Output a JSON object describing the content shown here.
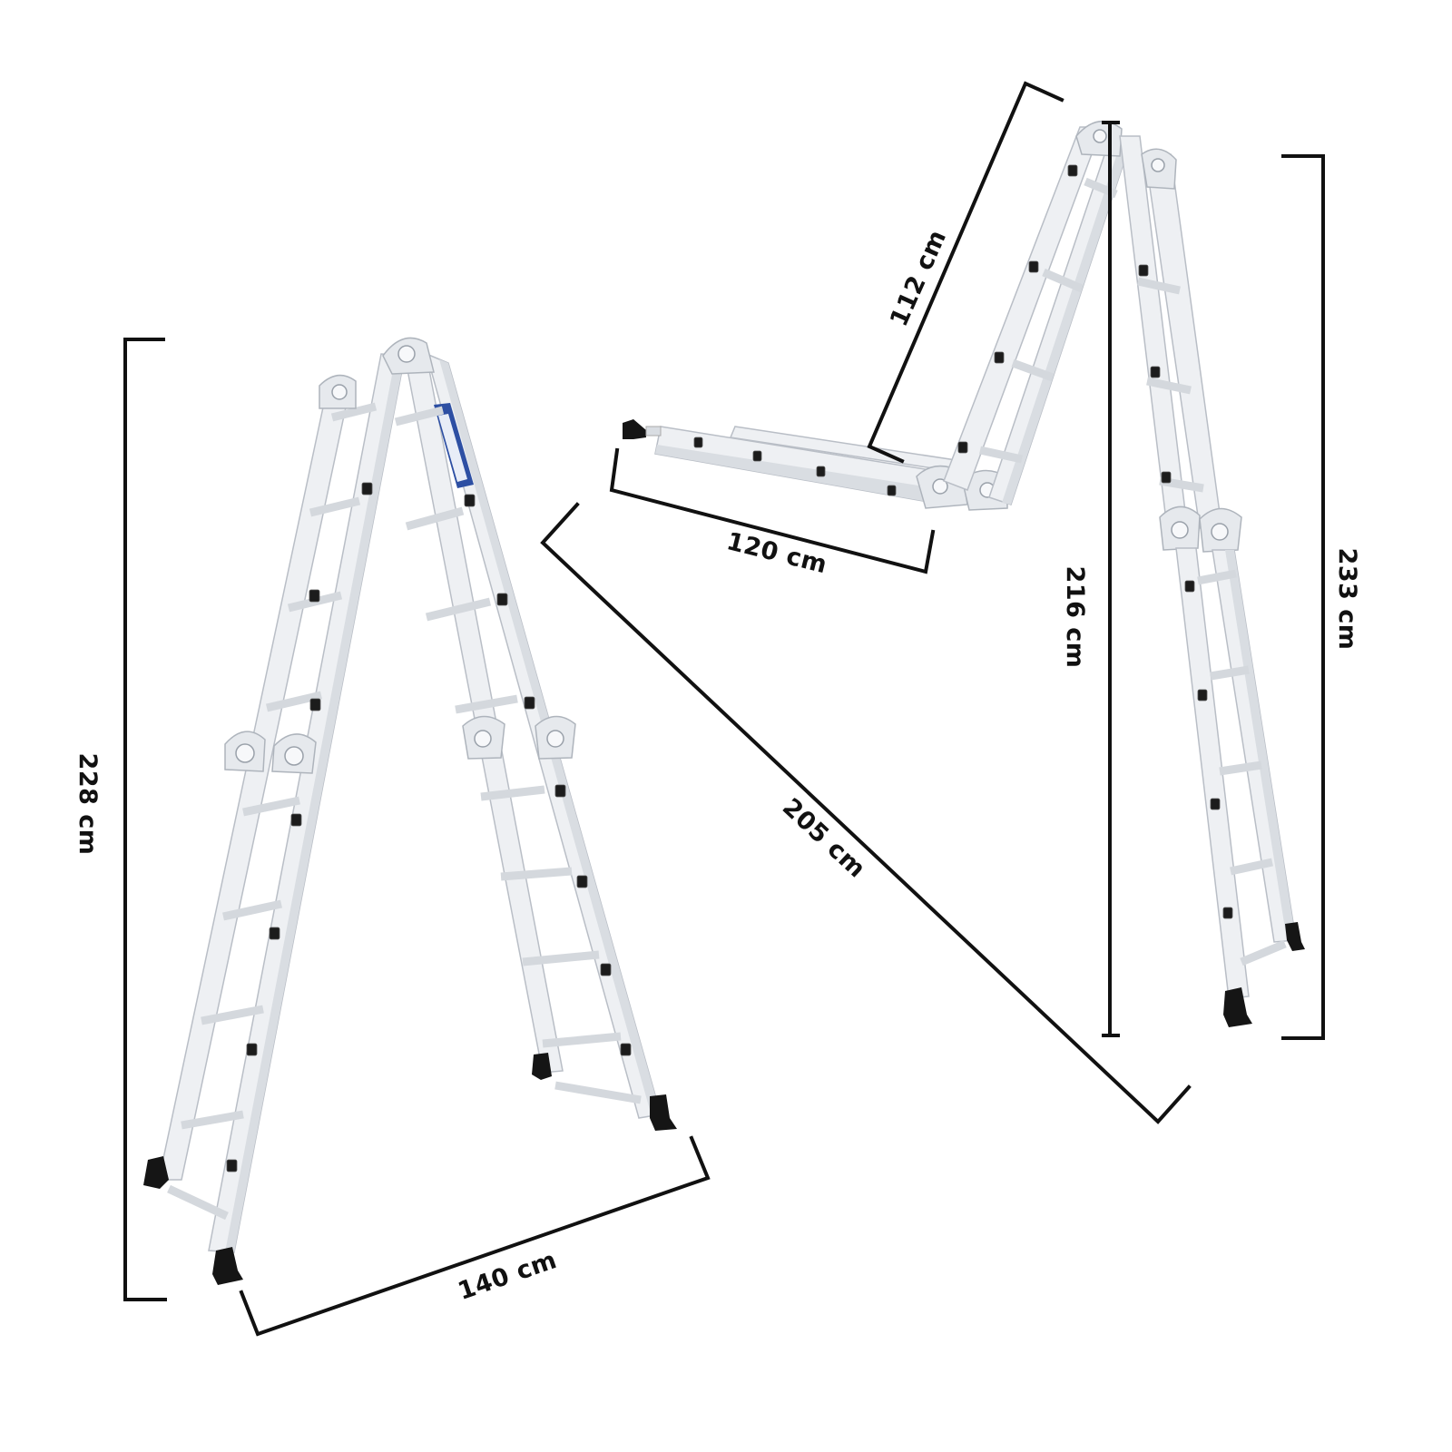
{
  "diagram": {
    "subject": "Multi-purpose folding aluminium ladder",
    "background_color": "#ffffff",
    "line_color": "#111111",
    "configurations": [
      {
        "name": "a-frame",
        "dimensions": {
          "height": {
            "value": 228,
            "unit": "cm",
            "label": "228 cm"
          },
          "base_width": {
            "value": 140,
            "unit": "cm",
            "label": "140 cm"
          }
        }
      },
      {
        "name": "scaffold-extended",
        "dimensions": {
          "platform_length": {
            "value": 120,
            "unit": "cm",
            "label": "120 cm"
          },
          "upper_section": {
            "value": 112,
            "unit": "cm",
            "label": "112 cm"
          },
          "diagonal_reach": {
            "value": 205,
            "unit": "cm",
            "label": "205 cm"
          },
          "inner_height": {
            "value": 216,
            "unit": "cm",
            "label": "216 cm"
          },
          "total_height": {
            "value": 233,
            "unit": "cm",
            "label": "233 cm"
          }
        }
      }
    ],
    "icons": {
      "hinge": "hinge-joint-icon",
      "lock": "rung-lock-icon",
      "foot": "rubber-foot-icon"
    },
    "colors": {
      "aluminium": "#eef0f3",
      "aluminium_edge": "#b9bec6",
      "rubber_foot": "#151515",
      "label_plate": "#2d4fa3"
    }
  }
}
